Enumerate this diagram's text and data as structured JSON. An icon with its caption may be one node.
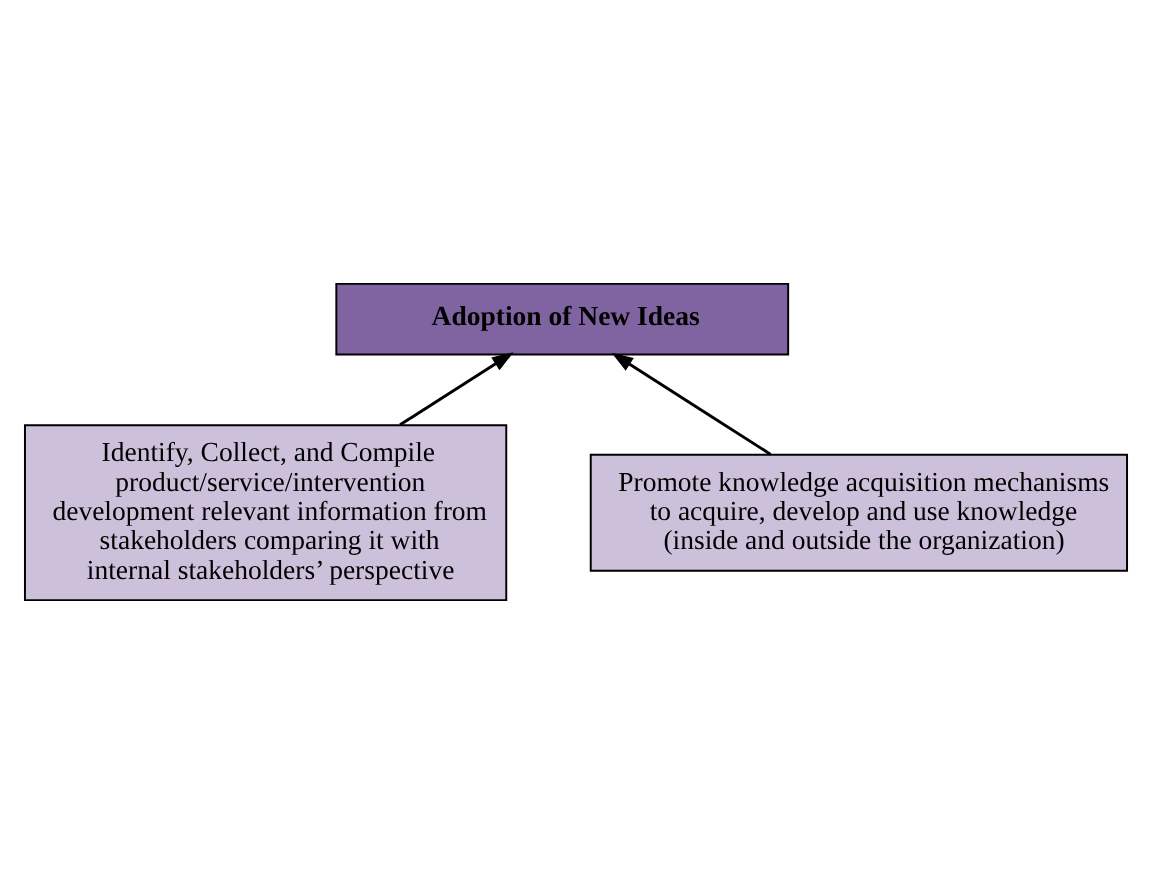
{
  "diagram": {
    "nodes": [
      {
        "text": [
          "Adoption of New Ideas"
        ]
      },
      {
        "text": [
          "Identify, Collect, and Compile product/service/intervention development relevant information from stakeholders comparing it with internal stakeholders’ perspective"
        ]
      },
      {
        "text": [
          "Promote knowledge acquisition mechanisms to acquire, develop and use knowledge (inside and outside the organization)"
        ]
      }
    ],
    "edges": [
      {
        "from": 1,
        "to": 0,
        "arrow": "to"
      },
      {
        "from": 2,
        "to": 0,
        "arrow": "to"
      }
    ]
  }
}
